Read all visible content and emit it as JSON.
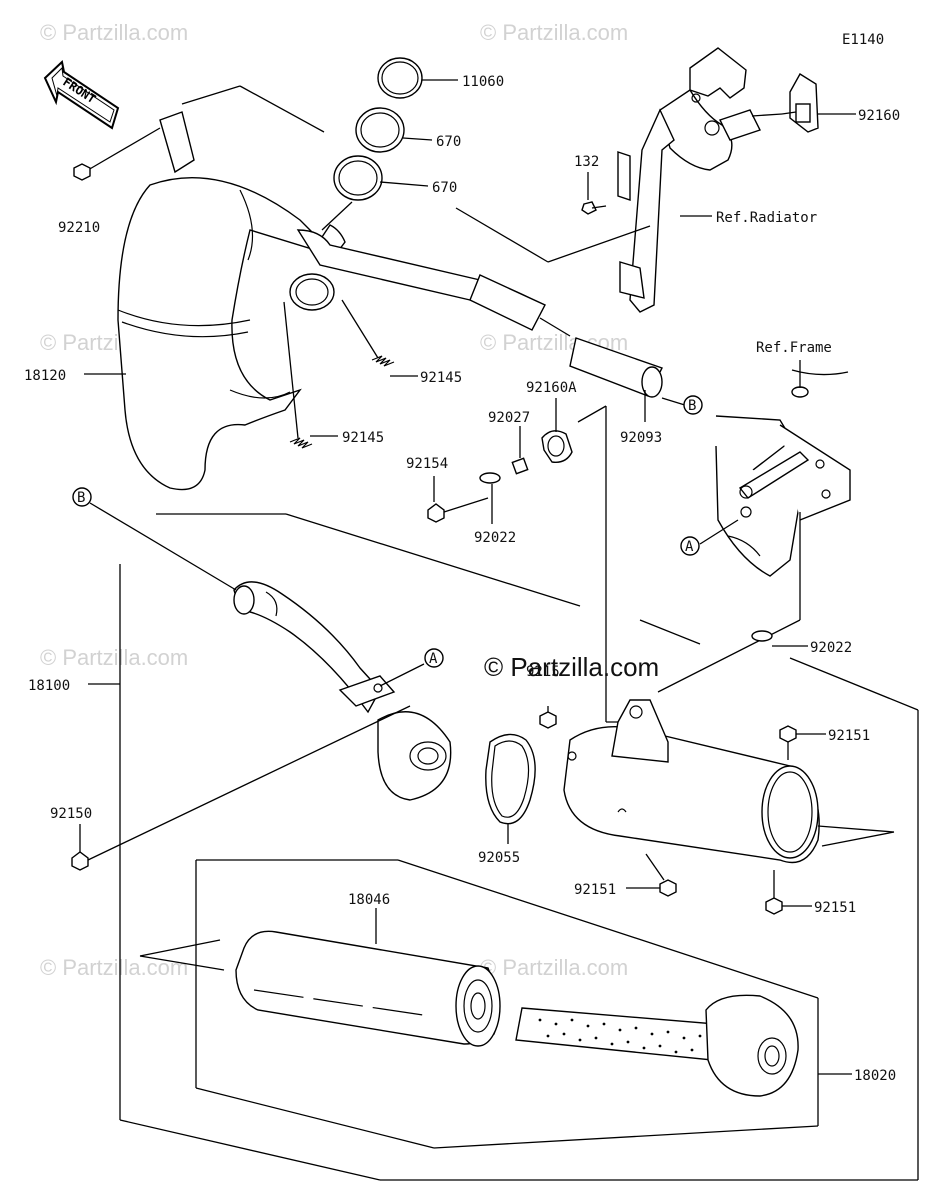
{
  "diagram_code": "E1140",
  "copyright": "© Partzilla.com",
  "watermark": "© Partzilla.com",
  "front_label": "FRONT",
  "refs": {
    "radiator": "Ref.Radiator",
    "frame": "Ref.Frame"
  },
  "markers": {
    "a": "A",
    "b": "B"
  },
  "parts": {
    "p11060": "11060",
    "p670a": "670",
    "p670b": "670",
    "p92160": "92160",
    "p132": "132",
    "p92210": "92210",
    "p18120": "18120",
    "p92145a": "92145",
    "p92145b": "92145",
    "p92160a": "92160A",
    "p92027": "92027",
    "p92154": "92154",
    "p92022a": "92022",
    "p92093": "92093",
    "p18100": "18100",
    "p92022b": "92022",
    "p92151a": "92151",
    "p92150": "92150",
    "p92055": "92055",
    "p92151b": "92151",
    "p92151c": "92151",
    "p92151d": "9215",
    "p18046": "18046",
    "p18020": "18020"
  }
}
